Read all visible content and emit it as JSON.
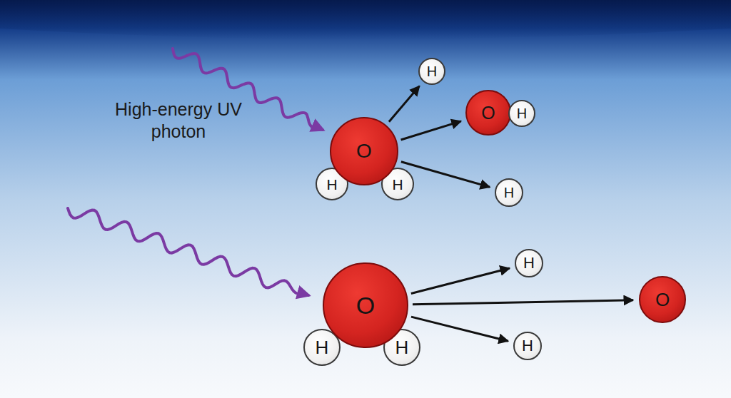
{
  "diagram": {
    "nodes": [
      {
        "text": [
          "O"
        ]
      },
      {
        "text": [
          "H"
        ]
      },
      {
        "text": [
          "H"
        ]
      },
      {
        "text": [
          "H"
        ]
      },
      {
        "text": [
          "O"
        ]
      },
      {
        "text": [
          "H"
        ]
      },
      {
        "text": [
          "H"
        ]
      },
      {
        "text": [
          "O"
        ]
      },
      {
        "text": [
          "H"
        ]
      },
      {
        "text": [
          "H"
        ]
      },
      {
        "text": [
          "H"
        ]
      },
      {
        "text": [
          "O"
        ]
      },
      {
        "text": [
          "H"
        ]
      }
    ],
    "edges": [
      {
        "from": 0,
        "to": 3,
        "arrow": "to"
      },
      {
        "from": 0,
        "to": 4,
        "arrow": "to"
      },
      {
        "from": 0,
        "to": 6,
        "arrow": "to"
      },
      {
        "from": 7,
        "to": 10,
        "arrow": "to"
      },
      {
        "from": 7,
        "to": 11,
        "arrow": "to"
      },
      {
        "from": 7,
        "to": 12,
        "arrow": "to"
      }
    ],
    "labels": [
      "High-energy UV photon"
    ]
  }
}
